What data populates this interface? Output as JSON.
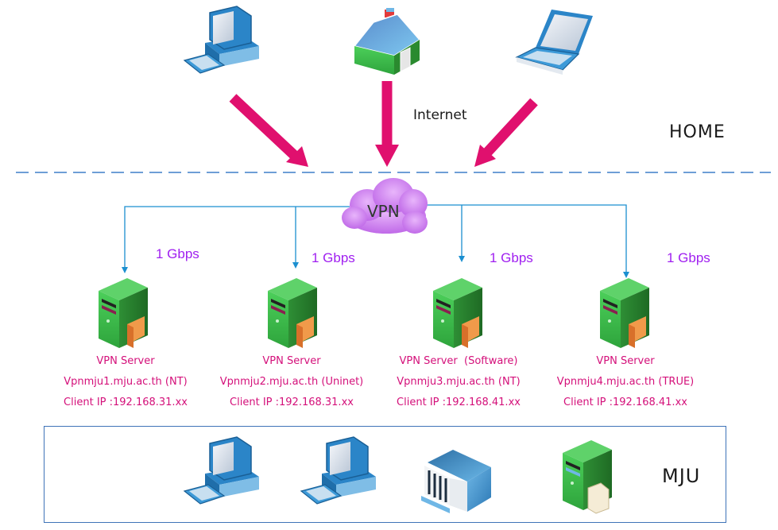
{
  "diagram": {
    "title": "VPN network diagram",
    "zones": {
      "home": "HOME",
      "campus": "MJU"
    },
    "internet_label": "Internet",
    "cloud_label": "VPN",
    "home_devices": [
      {
        "type": "desktop-computer"
      },
      {
        "type": "house"
      },
      {
        "type": "laptop"
      }
    ],
    "links": [
      {
        "speed": "1 Gbps"
      },
      {
        "speed": "1 Gbps"
      },
      {
        "speed": "1 Gbps"
      },
      {
        "speed": "1 Gbps"
      }
    ],
    "servers": [
      {
        "title": "VPN Server",
        "host": "Vpnmju1.mju.ac.th (NT)",
        "client_ip": "Client IP :192.168.31.xx"
      },
      {
        "title": "VPN Server",
        "host": "Vpnmju2.mju.ac.th (Uninet)",
        "client_ip": "Client IP :192.168.31.xx"
      },
      {
        "title": "VPN Server  (Software)",
        "host": "Vpnmju3.mju.ac.th (NT)",
        "client_ip": "Client IP :192.168.41.xx"
      },
      {
        "title": "VPN Server",
        "host": "Vpnmju4.mju.ac.th (TRUE)",
        "client_ip": "Client IP :192.168.41.xx"
      }
    ],
    "campus_devices": [
      {
        "type": "desktop-computer"
      },
      {
        "type": "desktop-computer"
      },
      {
        "type": "building"
      },
      {
        "type": "file-server"
      }
    ],
    "colors": {
      "arrow": "#e0106e",
      "line": "#1b8fd0",
      "divider": "#3f7fc8",
      "speed_text": "#a020f0",
      "server_text": "#d4107a",
      "cloud": "#d38ef0",
      "server_green": "#3bb04a"
    }
  }
}
